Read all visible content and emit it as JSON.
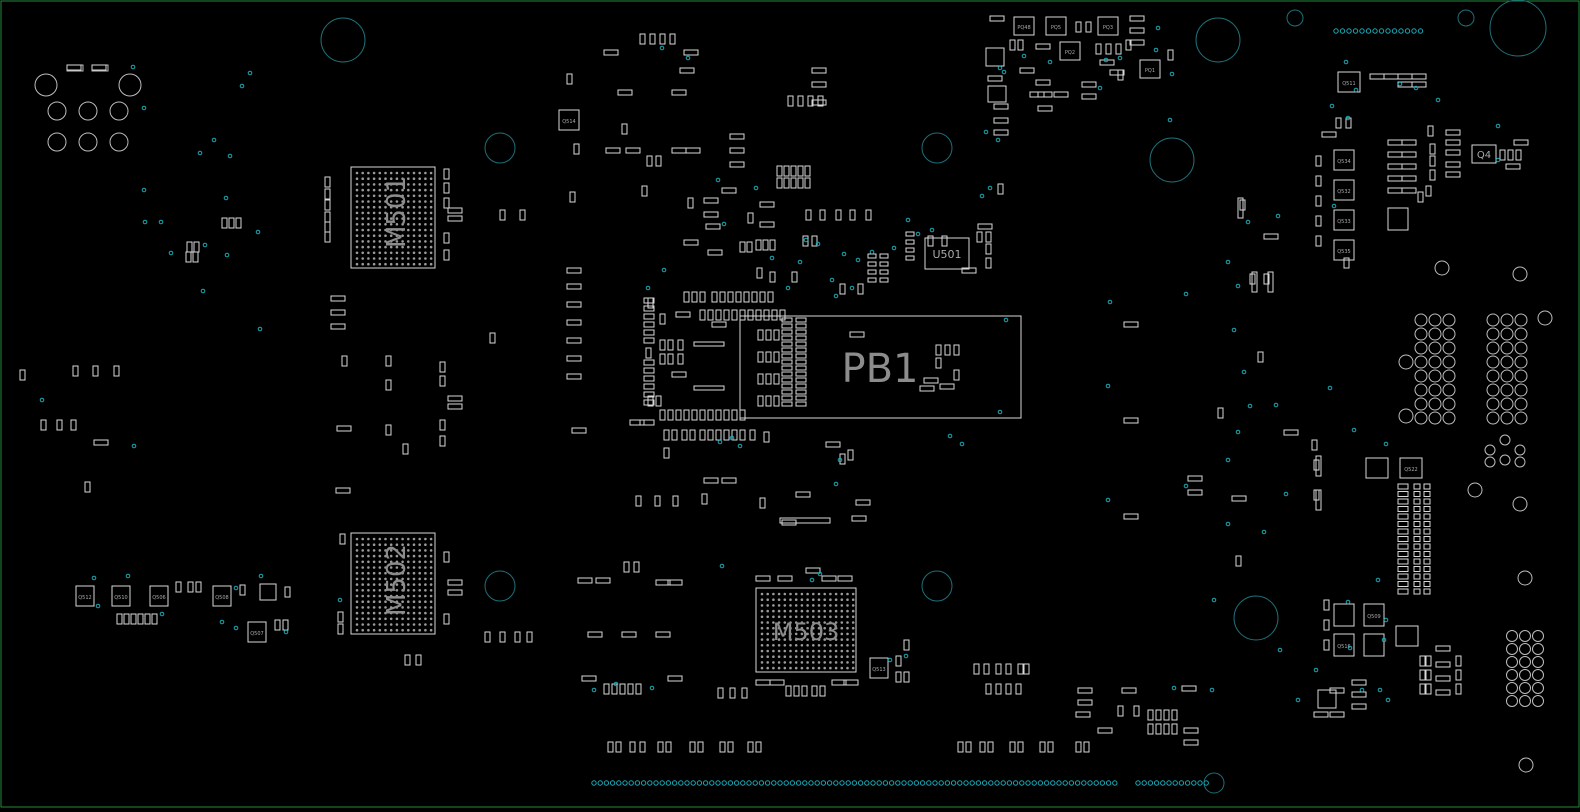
{
  "colors": {
    "background": "#000000",
    "border": "#1f8a3a",
    "silkscreen": "#d8d8d8",
    "via": "#1aa9b5",
    "mounting_hole": "#1f6f78",
    "label": "#8c8c8c"
  },
  "labels": {
    "m501": "M501",
    "m502": "M502",
    "m503": "M503",
    "pb1": "PB1",
    "u501": "U501",
    "q4": "Q4",
    "q514": "Q514",
    "q512": "Q512",
    "q510": "Q510",
    "q506": "Q506",
    "q508": "Q508",
    "q507": "Q507",
    "q513": "Q513",
    "q511": "Q511",
    "q534": "Q534",
    "q532": "Q532",
    "q533": "Q533",
    "q535": "Q535",
    "q522": "Q522",
    "q509": "Q509",
    "q516": "Q516",
    "pq48": "PQ48",
    "pq5": "PQ5",
    "pq2": "PQ2",
    "pq3": "PQ3",
    "pq1": "PQ1"
  }
}
